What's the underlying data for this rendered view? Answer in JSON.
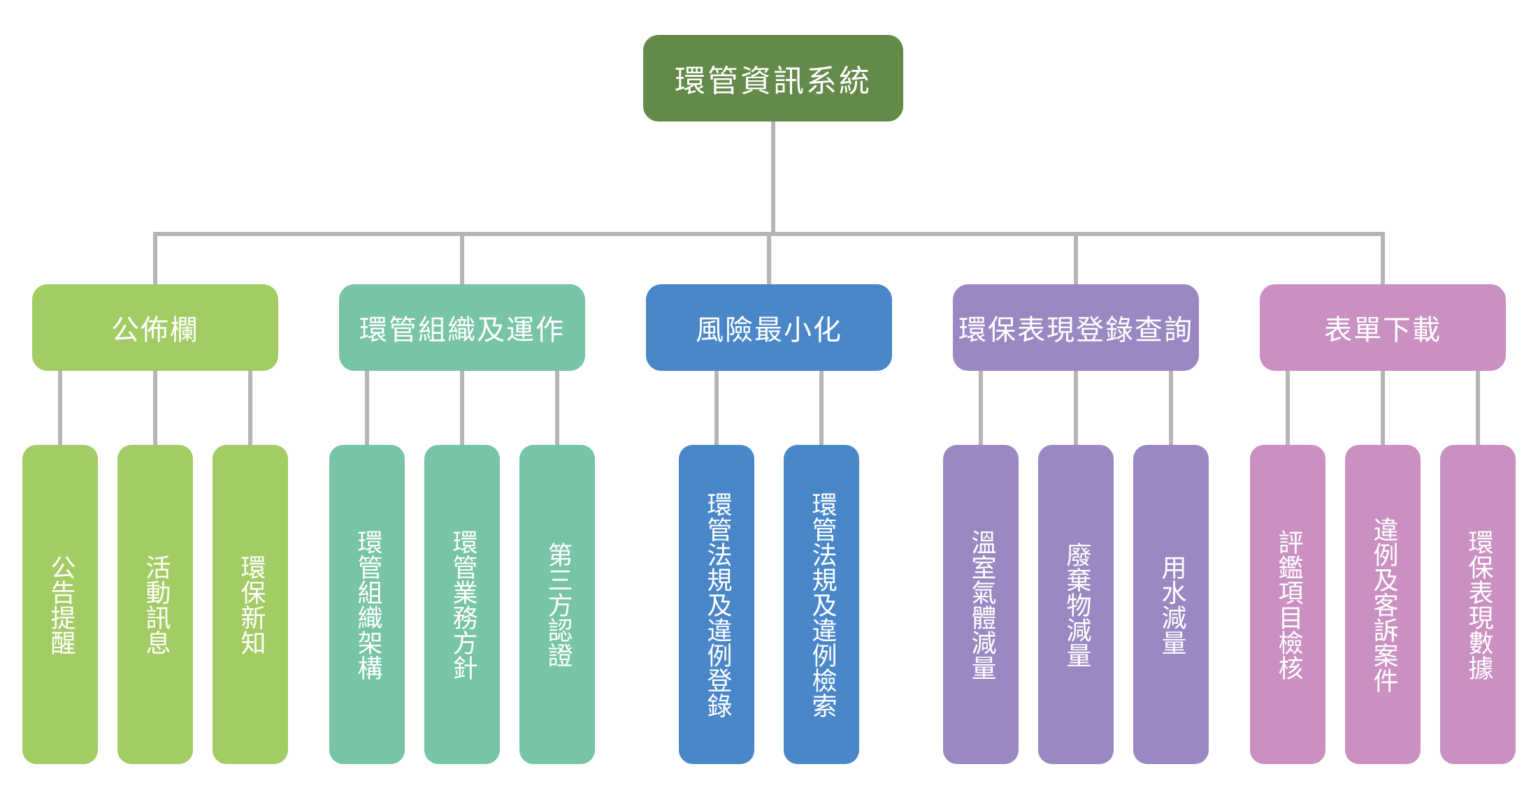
{
  "colors": {
    "connector": "#b5b5b5",
    "root": "#638a48"
  },
  "root": {
    "label": "環管資訊系統"
  },
  "categories": [
    {
      "label": "公佈欄",
      "color": "#a3cc64",
      "items": [
        "公告提醒",
        "活動訊息",
        "環保新知"
      ]
    },
    {
      "label": "環管組織及運作",
      "color": "#77c4a6",
      "items": [
        "環管組織架構",
        "環管業務方針",
        "第三方認證"
      ]
    },
    {
      "label": "風險最小化",
      "color": "#4987c9",
      "items": [
        "環管法規及違例登錄",
        "環管法規及違例檢索"
      ]
    },
    {
      "label": "環保表現登錄查詢",
      "color": "#9a88c2",
      "items": [
        "溫室氣體減量",
        "廢棄物減量",
        "用水減量"
      ]
    },
    {
      "label": "表單下載",
      "color": "#ca90c2",
      "items": [
        "評鑑項目檢核",
        "違例及客訴案件",
        "環保表現數據"
      ]
    }
  ]
}
